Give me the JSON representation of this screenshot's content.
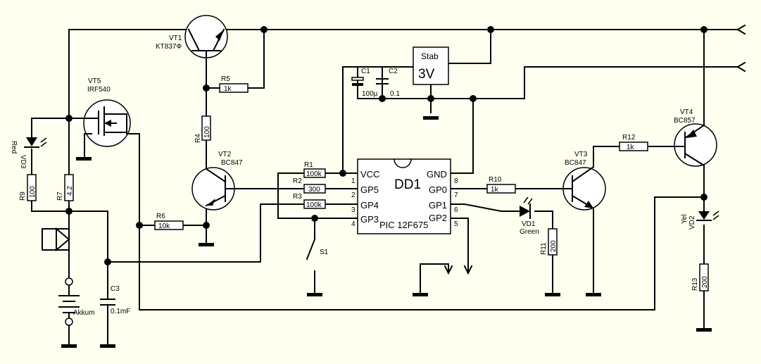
{
  "colors": {
    "background": "#fffff0",
    "ink": "#000000"
  },
  "transistors": {
    "vt1": {
      "ref": "VT1",
      "type": "KT837Ф"
    },
    "vt2": {
      "ref": "VT2",
      "type": "BC847"
    },
    "vt3": {
      "ref": "VT3",
      "type": "BC847"
    },
    "vt4": {
      "ref": "VT4",
      "type": "BC857"
    },
    "vt5": {
      "ref": "VT5",
      "type": "IRF540"
    }
  },
  "resistors": {
    "r1": {
      "ref": "R1",
      "value": "100k"
    },
    "r2": {
      "ref": "R2",
      "value": "300"
    },
    "r3": {
      "ref": "R3",
      "value": "100k"
    },
    "r4": {
      "ref": "R4",
      "value": "100"
    },
    "r5": {
      "ref": "R5",
      "value": "1k"
    },
    "r6": {
      "ref": "R6",
      "value": "10k"
    },
    "r7": {
      "ref": "R7",
      "value": "4.2"
    },
    "r9": {
      "ref": "R9",
      "value": "100"
    },
    "r10": {
      "ref": "R10",
      "value": "1k"
    },
    "r11": {
      "ref": "R11",
      "value": "200"
    },
    "r12": {
      "ref": "R12",
      "value": "1k"
    },
    "r13": {
      "ref": "R13",
      "value": "200"
    }
  },
  "capacitors": {
    "c1": {
      "ref": "C1",
      "value": "100µ"
    },
    "c2": {
      "ref": "C2",
      "value": "0.1"
    },
    "c3": {
      "ref": "C3",
      "value": "0.1mF"
    }
  },
  "leds": {
    "vd1": {
      "ref": "VD1",
      "color": "Green"
    },
    "vd2": {
      "ref": "VD2",
      "color": "Yel"
    },
    "vd3": {
      "ref": "VD3",
      "color": "Red"
    }
  },
  "stabilizer": {
    "title": "Stab",
    "voltage": "3V"
  },
  "mcu": {
    "ref": "DD1",
    "part": "PIC 12F675",
    "left_pins": [
      {
        "num": "1",
        "name": "VCC"
      },
      {
        "num": "2",
        "name": "GP5"
      },
      {
        "num": "3",
        "name": "GP4"
      },
      {
        "num": "4",
        "name": "GP3"
      }
    ],
    "right_pins": [
      {
        "num": "8",
        "name": "GND"
      },
      {
        "num": "7",
        "name": "GP0"
      },
      {
        "num": "6",
        "name": "GP1"
      },
      {
        "num": "5",
        "name": "GP2"
      }
    ]
  },
  "switch": {
    "ref": "S1"
  },
  "battery": {
    "label": "Akkum"
  }
}
